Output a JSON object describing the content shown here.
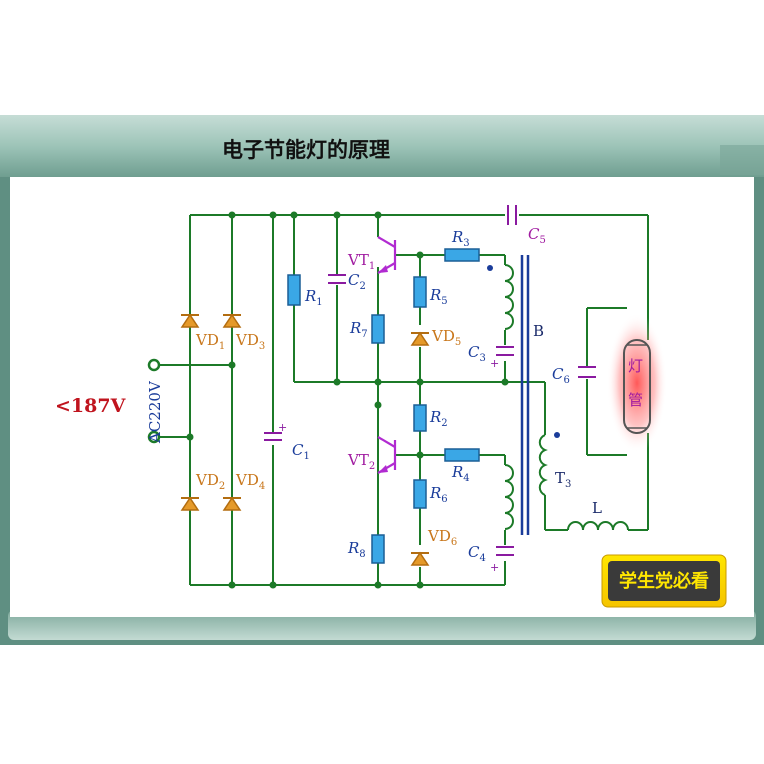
{
  "title": "电子节能灯的原理",
  "source_label": "AC220V",
  "voltage_note": "<187V",
  "badge_text": "学生党必看",
  "lamp_label_1": "灯",
  "lamp_label_2": "管",
  "components": {
    "R1": "R",
    "R1_sub": "1",
    "R2": "R",
    "R2_sub": "2",
    "R3": "R",
    "R3_sub": "3",
    "R4": "R",
    "R4_sub": "4",
    "R5": "R",
    "R5_sub": "5",
    "R6": "R",
    "R6_sub": "6",
    "R7": "R",
    "R7_sub": "7",
    "R8": "R",
    "R8_sub": "8",
    "C1": "C",
    "C1_sub": "1",
    "C2": "C",
    "C2_sub": "2",
    "C3": "C",
    "C3_sub": "3",
    "C4": "C",
    "C4_sub": "4",
    "C5": "C",
    "C5_sub": "5",
    "C6": "C",
    "C6_sub": "6",
    "VT1": "VT",
    "VT1_sub": "1",
    "VT2": "VT",
    "VT2_sub": "2",
    "VD1": "VD",
    "VD1_sub": "1",
    "VD2": "VD",
    "VD2_sub": "2",
    "VD3": "VD",
    "VD3_sub": "3",
    "VD4": "VD",
    "VD4_sub": "4",
    "VD5": "VD",
    "VD5_sub": "5",
    "VD6": "VD",
    "VD6_sub": "6",
    "T3": "T",
    "T3_sub": "3",
    "B": "B",
    "L": "L"
  },
  "colors": {
    "wire": "#1c7a28",
    "resistor": "#3aa7e6",
    "capacitor": "#8a1aa0",
    "diode": "#e59a2a",
    "transistor": "#b12bd1",
    "warning": "#c0141e"
  }
}
